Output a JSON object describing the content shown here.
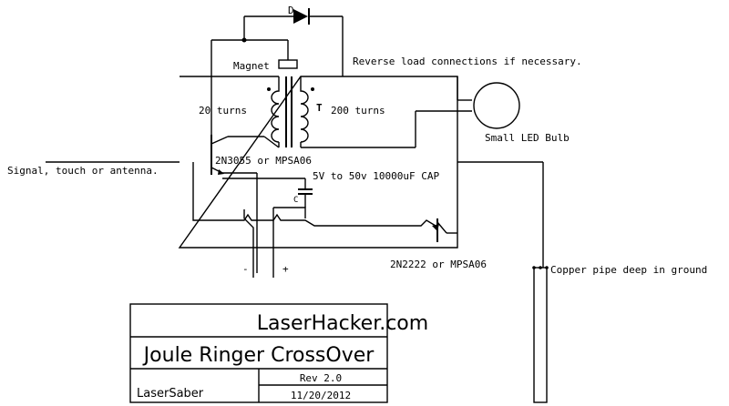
{
  "labels": {
    "diode": "D",
    "magnet": "Magnet",
    "reverse_note": "Reverse load connections if necessary.",
    "primary_turns": "20 turns",
    "transformer": "T",
    "secondary_turns": "200 turns",
    "bulb": "Small LED Bulb",
    "signal": "Signal, touch or antenna.",
    "q1": "2N3055 or MPSA06",
    "cap": "5V to 50v 10000uF CAP",
    "cap_ref": "C",
    "q2": "2N2222 or MPSA06",
    "minus": "-",
    "plus": "+",
    "ground": "Copper pipe deep in ground"
  },
  "title_block": {
    "site": "LaserHacker.com",
    "title": "Joule Ringer CrossOver",
    "author": "LaserSaber",
    "rev": "Rev 2.0",
    "date": "11/20/2012"
  }
}
